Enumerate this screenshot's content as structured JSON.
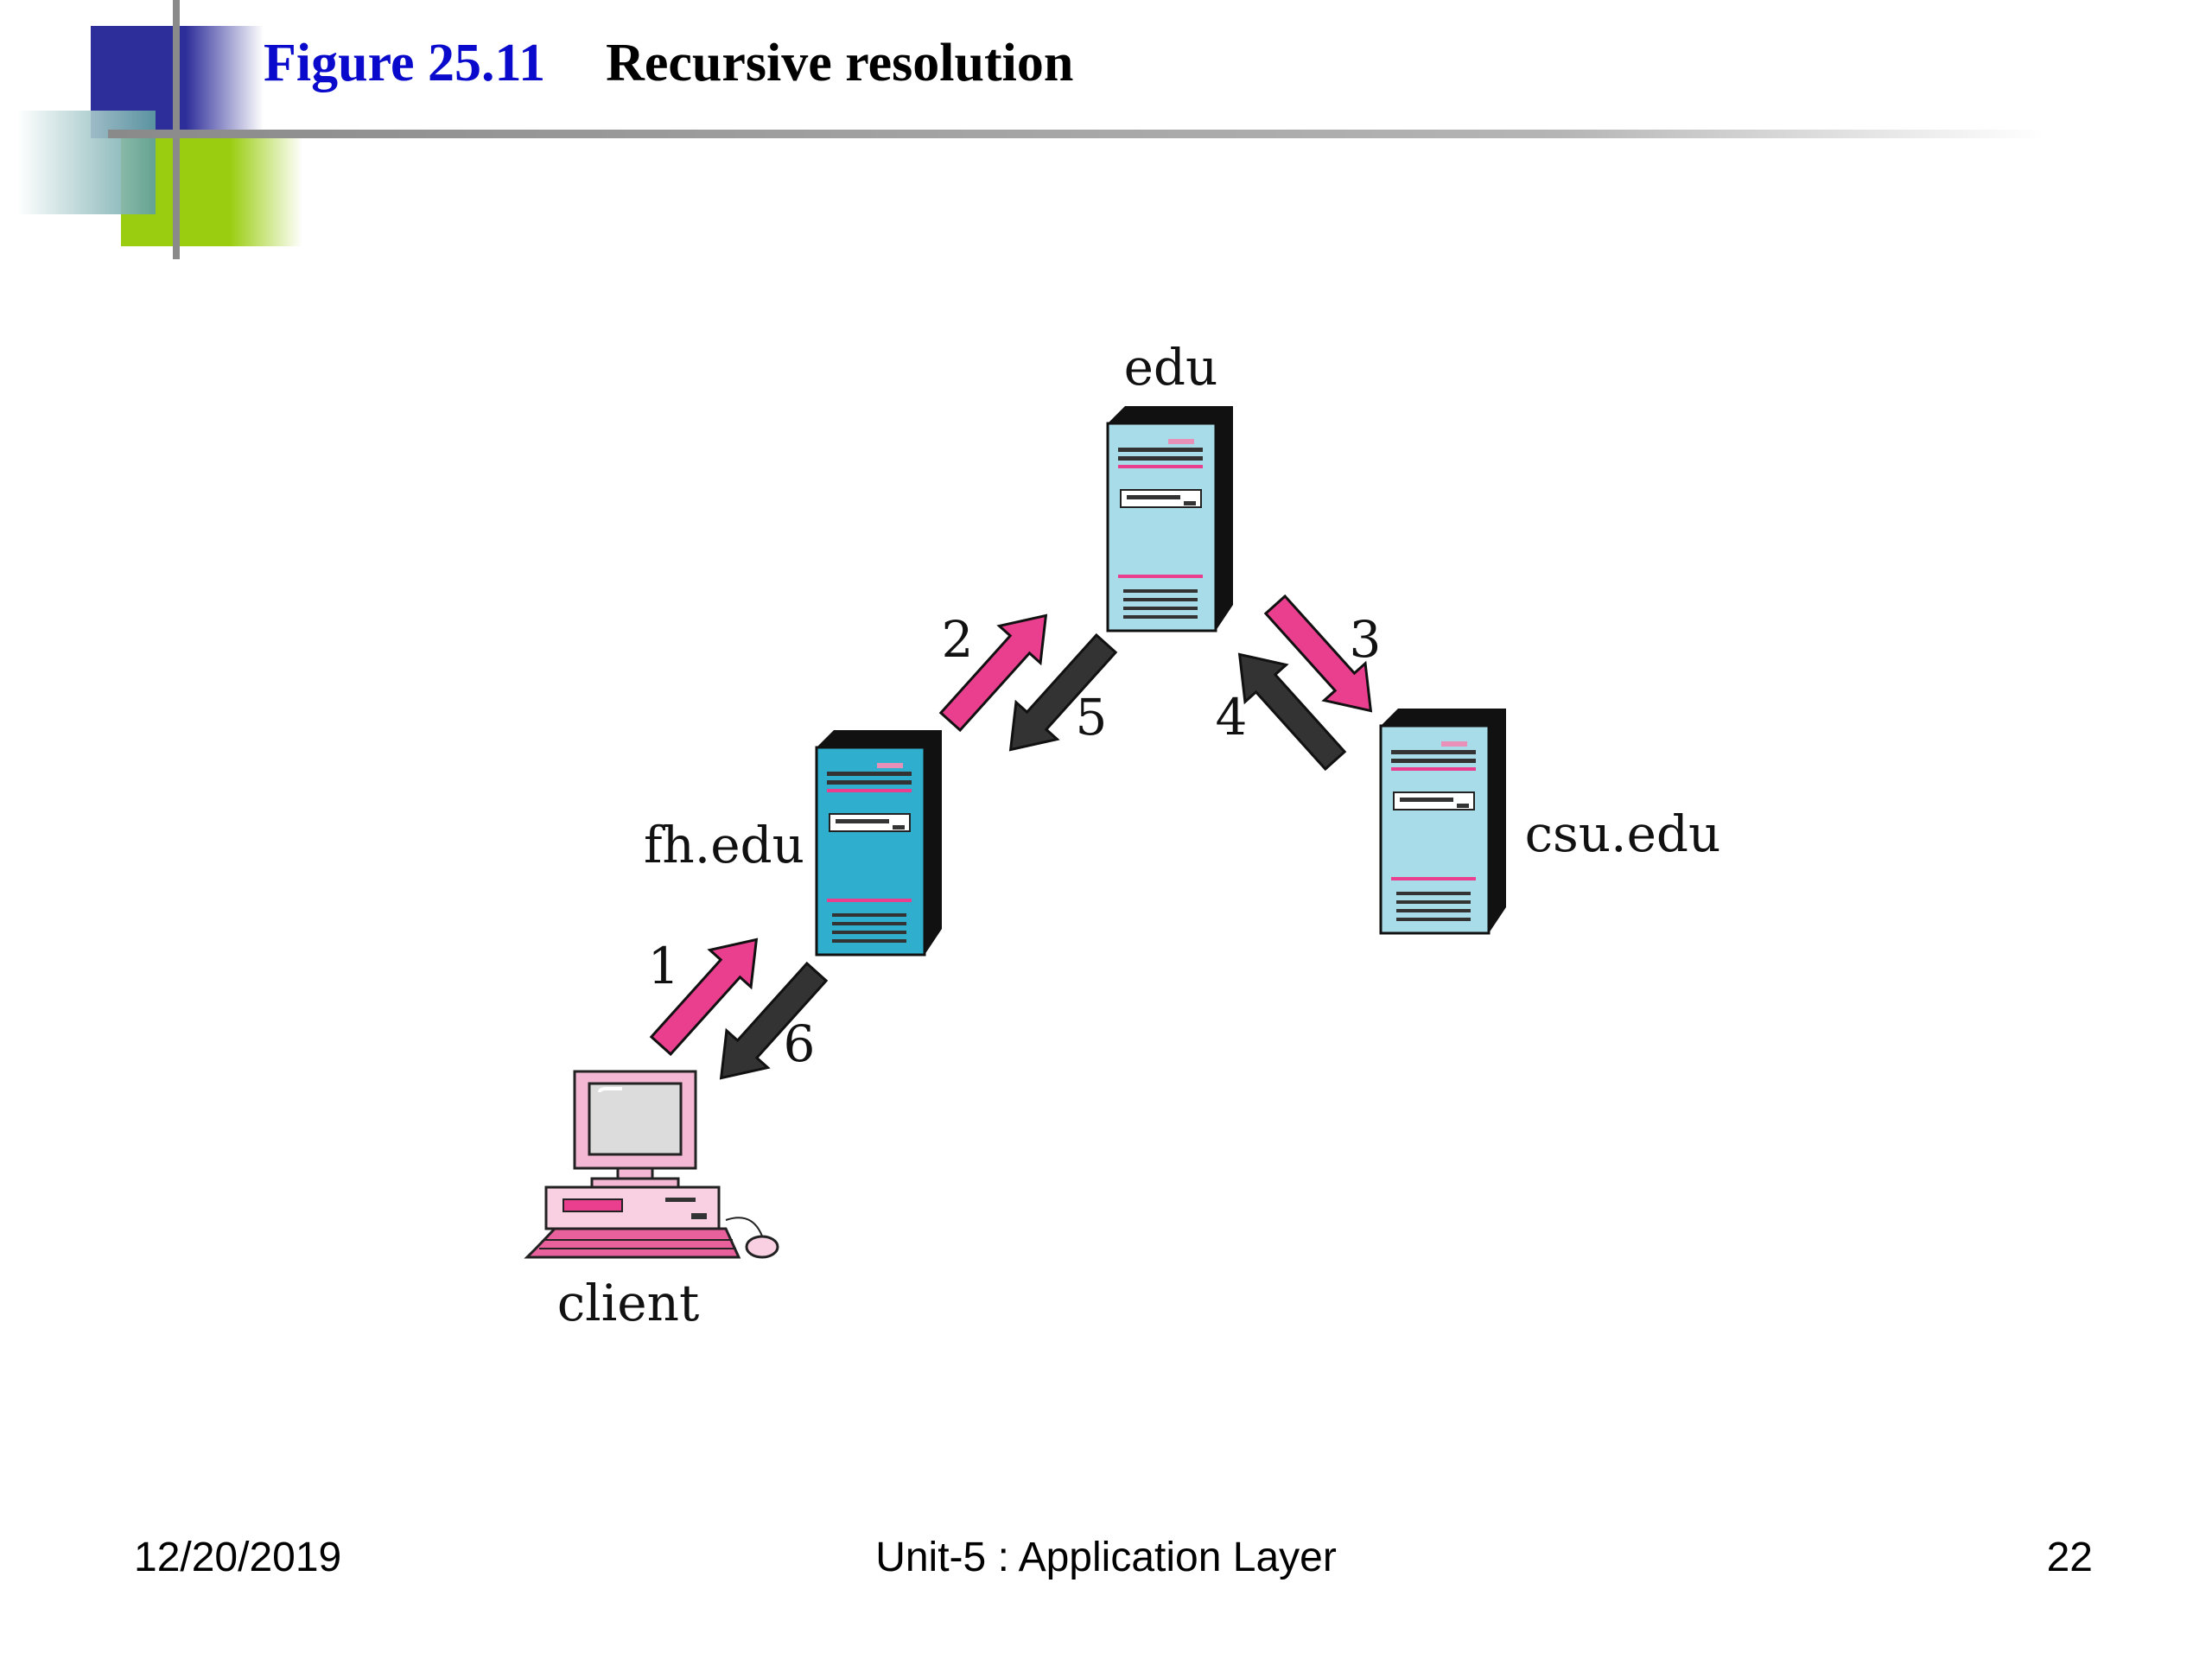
{
  "title": {
    "figure_number": "Figure 25.11",
    "figure_name": "Recursive resolution"
  },
  "nodes": {
    "edu": "edu",
    "fh": "fh.edu",
    "csu": "csu.edu",
    "client": "client"
  },
  "arrows": {
    "a1": "1",
    "a2": "2",
    "a3": "3",
    "a4": "4",
    "a5": "5",
    "a6": "6"
  },
  "footer": {
    "date": "12/20/2019",
    "unit": "Unit-5 : Application Layer",
    "page": "22"
  },
  "colors": {
    "request_arrow": "#ea3f8e",
    "response_arrow": "#333333",
    "server_light": "#a8dce8",
    "server_dark": "#2faecd",
    "accent_blue": "#2e2e9a",
    "accent_green": "#9acd10"
  }
}
